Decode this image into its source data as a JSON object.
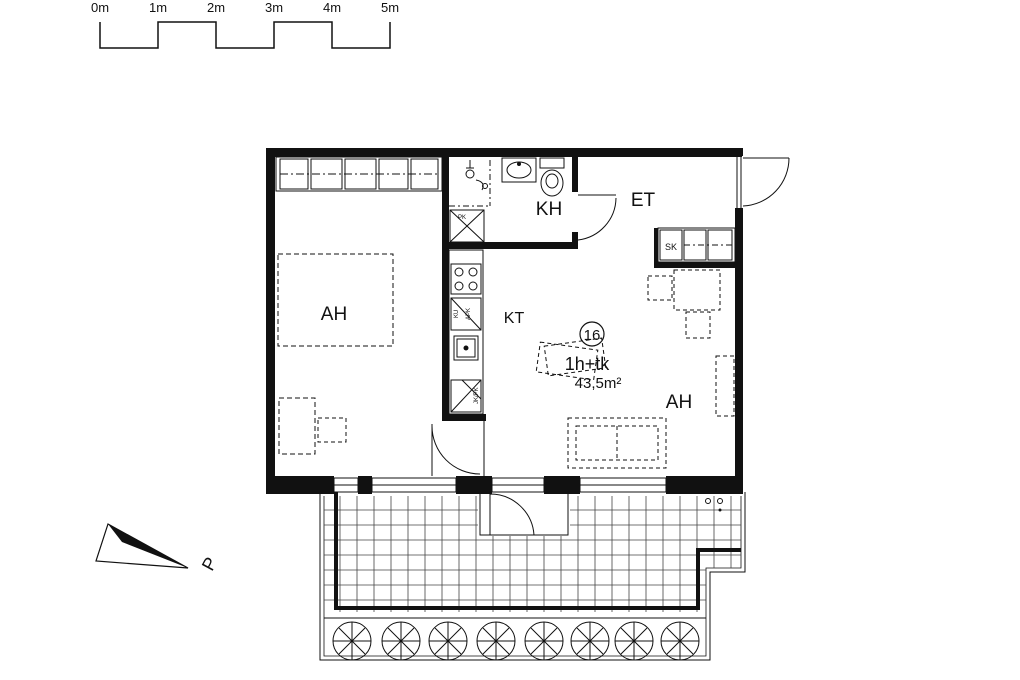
{
  "scale_bar": {
    "ticks": [
      "0m",
      "1m",
      "2m",
      "3m",
      "4m",
      "5m"
    ]
  },
  "rooms": {
    "bedroom": "AH",
    "living": "AH",
    "kitchen": "KT",
    "bathroom": "KH",
    "entrance": "ET"
  },
  "apartment": {
    "number": "16",
    "type": "1h+tk",
    "area": "43,5m²"
  },
  "fixtures": {
    "wardrobe_tag": "SK",
    "appliance_tag_1": "PK",
    "appliance_tag_2": "KU",
    "appliance_tag_3": "APK",
    "appliance_tag_4": "JK/PK"
  },
  "north": {
    "label": "P"
  }
}
